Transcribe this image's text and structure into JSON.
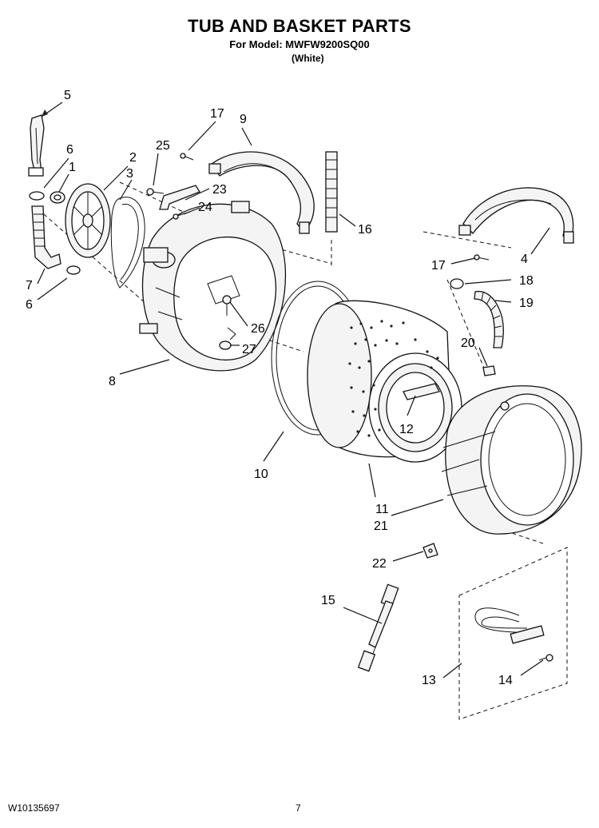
{
  "header": {
    "title": "TUB AND BASKET PARTS",
    "model_line": "For Model: MWFW9200SQ00",
    "variant": "(White)"
  },
  "footer": {
    "doc_number": "W10135697",
    "page_number": "7"
  },
  "callouts": {
    "c1": "1",
    "c2": "2",
    "c3": "3",
    "c4": "4",
    "c5": "5",
    "c6a": "6",
    "c6b": "6",
    "c7": "7",
    "c8": "8",
    "c9": "9",
    "c10": "10",
    "c11": "11",
    "c12": "12",
    "c13": "13",
    "c14": "14",
    "c15": "15",
    "c16": "16",
    "c17a": "17",
    "c17b": "17",
    "c18": "18",
    "c19": "19",
    "c20": "20",
    "c21": "21",
    "c22": "22",
    "c23": "23",
    "c24": "24",
    "c25": "25",
    "c26": "26",
    "c27": "27"
  }
}
